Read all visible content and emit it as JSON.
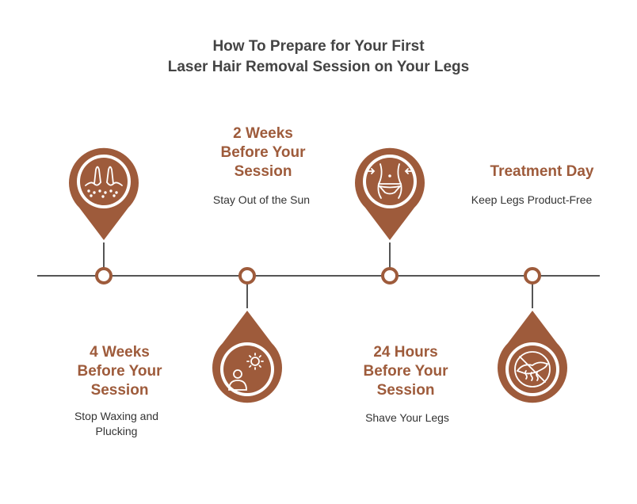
{
  "title": {
    "line1": "How To Prepare for Your First",
    "line2": "Laser Hair Removal Session on Your Legs"
  },
  "accent_color": "#9e5b3b",
  "line_color": "#555555",
  "stages": [
    {
      "title_lines": [
        "4 Weeks",
        "Before Your",
        "Session"
      ],
      "description_lines": [
        "Stop Waxing and",
        "Plucking"
      ],
      "icon": "hair-follicle-icon",
      "pin": "up"
    },
    {
      "title_lines": [
        "2 Weeks",
        "Before Your",
        "Session"
      ],
      "description_lines": [
        "Stay Out of the Sun"
      ],
      "icon": "person-sun-icon",
      "pin": "down"
    },
    {
      "title_lines": [
        "24 Hours",
        "Before Your",
        "Session"
      ],
      "description_lines": [
        "Shave Your Legs"
      ],
      "icon": "bikini-body-icon",
      "pin": "up"
    },
    {
      "title_lines": [
        "Treatment Day"
      ],
      "description_lines": [
        "Keep Legs Product-Free"
      ],
      "icon": "no-lotion-icon",
      "pin": "down"
    }
  ]
}
